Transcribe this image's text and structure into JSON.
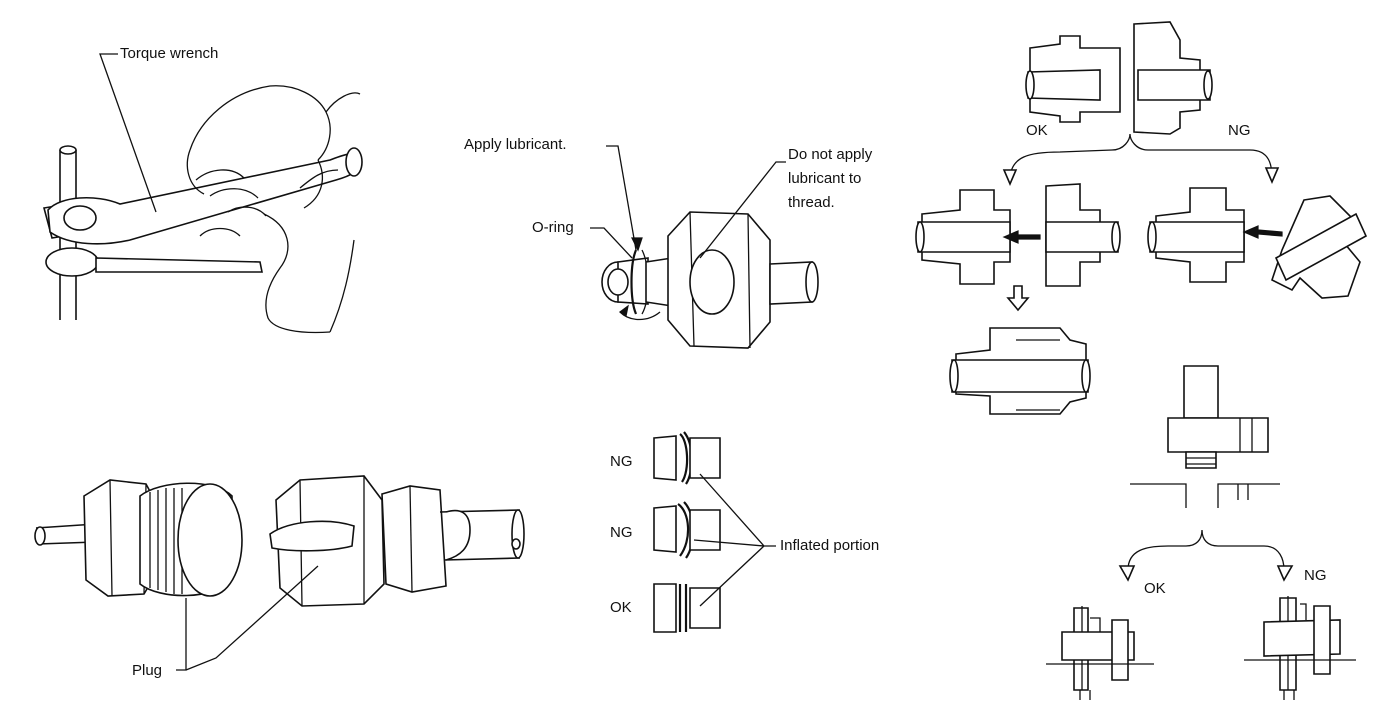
{
  "labels": {
    "torque_wrench": "Torque wrench",
    "apply_lubricant": "Apply lubricant.",
    "do_not_apply_line1": "Do not apply",
    "do_not_apply_line2": "lubricant to",
    "do_not_apply_line3": "thread.",
    "o_ring": "O-ring",
    "plug": "Plug",
    "inflated_portion": "Inflated portion",
    "ring_ng_1": "NG",
    "ring_ng_2": "NG",
    "ring_ok": "OK",
    "connect_ok": "OK",
    "connect_ng": "NG",
    "flare_ok": "OK",
    "flare_ng": "NG"
  }
}
